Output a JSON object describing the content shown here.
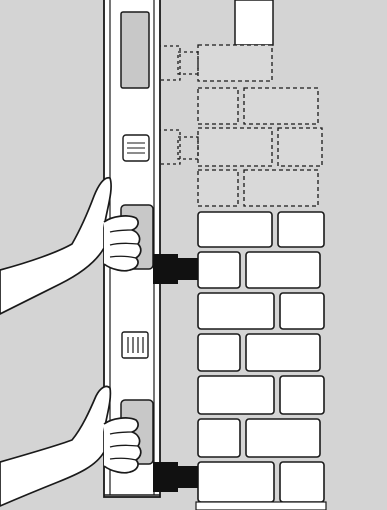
{
  "illustration": {
    "colors": {
      "background": "#d4d4d4",
      "brick_fill": "#ffffff",
      "ghost_brick_fill": "#d9d9d9",
      "outline": "#1a1a1a",
      "block": "#111111",
      "skin": "#ffffff"
    },
    "solid_course_count": 7,
    "ghost_course_count": 5,
    "elements": [
      "spirit-level",
      "brick-wall",
      "ghost-courses",
      "spacer-blocks",
      "hand-upper",
      "hand-lower"
    ]
  }
}
